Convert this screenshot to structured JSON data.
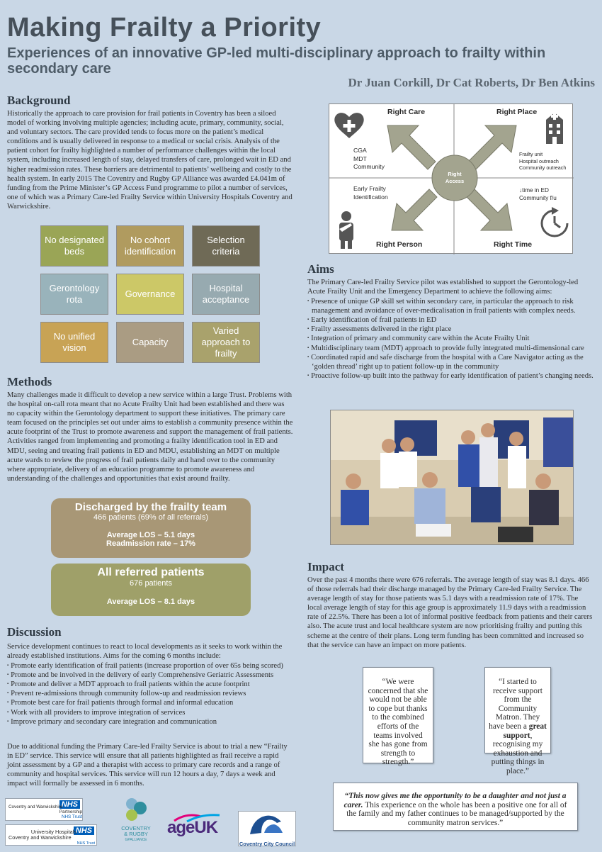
{
  "title": "Making Frailty a Priority",
  "subtitle": "Experiences of an innovative GP-led multi-disciplinary approach to frailty within secondary care",
  "authors": "Dr Juan Corkill, Dr Cat Roberts, Dr Ben Atkins",
  "background": {
    "heading": "Background",
    "text": "Historically the approach to care provision for frail patients in Coventry has been a siloed model of working involving multiple agencies; including acute, primary, community, social, and voluntary sectors. The care provided tends to focus more on the patient’s medical conditions and is usually delivered in response to a medical or social crisis.  Analysis of the patient cohort for frailty highlighted a number of performance challenges within the local system, including increased length of stay, delayed transfers of care, prolonged wait in ED and higher readmission rates. These barriers are detrimental to patients’ wellbeing and costly to the health system.  In early 2015 The Coventry and Rugby GP Alliance was awarded £4.041m of funding from the Prime Minister’s GP Access Fund programme to pilot a number of services, one of which was a Primary Care-led Frailty Service within University Hospitals Coventry and Warwickshire."
  },
  "challenges": [
    {
      "label": "No designated beds",
      "color": "#9aa556"
    },
    {
      "label": "No cohort identification",
      "color": "#b09b5f"
    },
    {
      "label": "Selection criteria",
      "color": "#6f6a56"
    },
    {
      "label": "Gerontology rota",
      "color": "#99b3bb"
    },
    {
      "label": "Governance",
      "color": "#ccc867"
    },
    {
      "label": "Hospital acceptance",
      "color": "#97aab0"
    },
    {
      "label": "No unified vision",
      "color": "#c8a355"
    },
    {
      "label": "Capacity",
      "color": "#aa9c83"
    },
    {
      "label": "Varied approach to frailty",
      "color": "#a9a26c"
    }
  ],
  "methods": {
    "heading": "Methods",
    "text": "Many challenges made it difficult to develop a new service within a large Trust.  Problems with the hospital on-call rota meant that no Acute Frailty Unit had been established and there was no capacity within the Gerontology department to support these initiatives. The primary care team focused on the principles set out under aims to establish a community presence within the acute footprint of the Trust to promote awareness and support the management of frail patients. Activities ranged from implementing and promoting a frailty identification tool in ED and MDU, seeing and treating frail patients in ED and MDU, establishing an MDT on multiple acute wards to review the progress of frail patients daily and hand over to the community where appropriate, delivery of an education programme to promote awareness and understanding of the challenges and opportunities that exist around frailty."
  },
  "stats": {
    "frailty_team": {
      "title": "Discharged by the frailty team",
      "sub": "466 patients (69% of all referrals)",
      "los": "Average LOS – 5.1 days",
      "readmission": "Readmission rate – 17%",
      "color": "#a89776"
    },
    "all_referred": {
      "title": "All referred patients",
      "sub": "676 patients",
      "los": "Average LOS – 8.1 days",
      "color": "#9fa069"
    }
  },
  "discussion": {
    "heading": "Discussion",
    "intro": "Service development continues to react to local developments as it seeks to work within the already established institutions.  Aims for the coming 6 months include:",
    "items": [
      "Promote early identification of frail patients (increase proportion of over 65s being scored)",
      "Promote and be involved in the delivery of early Comprehensive Geriatric Assessments",
      "Promote and deliver a MDT approach to frail patients within the acute footprint",
      "Prevent re-admissions through community follow-up and readmission reviews",
      "Promote best care for frail patients through formal and informal education",
      "Work with all providers to improve integration of services",
      "Improve primary and secondary care integration and communication"
    ],
    "closing": "Due to additional funding the Primary Care-led Frailty Service is about to trial a new “Frailty in ED” service.  This service will ensure that all patients highlighted as frail receive a rapid joint assessment by a GP and a therapist with access to primary care records and a range of community and hospital services.  This service will run 12 hours a day, 7 days a week and impact will formally be assessed in 6 months."
  },
  "diagram": {
    "right_care": "Right Care",
    "right_place": "Right Place",
    "right_person": "Right Person",
    "right_time": "Right Time",
    "center_1": "Right",
    "center_2": "Access",
    "care_1": "CGA",
    "care_2": "MDT",
    "care_3": "Community",
    "place_1": "Frailty unit",
    "place_2": "Hospital outreach",
    "place_3": "Community outreach",
    "person_1": "Early Frailty",
    "person_2": "Identification",
    "time_1": "↓time in ED",
    "time_2": "Community f/u",
    "arrow_color": "#a3a48f",
    "icon_color": "#555555"
  },
  "aims": {
    "heading": "Aims",
    "intro": "The Primary Care-led Frailty Service pilot was established to support the Gerontology-led Acute Frailty Unit and the Emergency Department to achieve the following aims:",
    "items": [
      "Presence of unique GP skill set within secondary care, in particular the approach to risk management and avoidance of over-medicalisation in frail patients with complex needs.",
      "Early identification of frail patients in ED",
      "Frailty assessments delivered in the right place",
      "Integration of primary and community care within the Acute Frailty Unit",
      "Multidisciplinary team (MDT) approach to provide fully integrated multi-dimensional care",
      "Coordinated rapid and safe discharge from the hospital with a Care Navigator acting as the ‘golden thread’ right up to patient follow-up in the community",
      "Proactive follow-up built into the pathway for early identification of patient’s changing needs."
    ]
  },
  "impact": {
    "heading": "Impact",
    "text": "Over the past 4 months there were 676 referrals.  The average length of stay was 8.1 days. 466 of those referrals had their discharge managed by the Primary Care-led Frailty Service.  The average length of stay for those patients was 5.1 days with a readmission rate of 17%.  The local average length of stay for this age group is approximately 11.9 days with a readmission rate of 22.5%. There has been a lot of informal positive feedback from patients and their carers also. The acute trust and local healthcare system are now prioritising frailty and putting this scheme at the centre of their plans.  Long term funding has been  committed and increased so that the service can have an impact on more patients."
  },
  "quotes": {
    "q1": "“We were concerned that she would not be able to cope but thanks to the combined efforts of the teams involved she has gone from strength to strength.”",
    "q2_a": "“I started to receive support from the Community Matron. They have been a ",
    "q2_b": "great support",
    "q2_c": ", recognising my exhaustion and putting things in place.”",
    "q3_a": "“This now gives me the opportunity to be a daughter and not just a carer.",
    "q3_b": "  This experience on the whole has been a positive one for all of the family and my father continues to be managed/supported by the community matron services.”"
  },
  "logos": {
    "nhs": "NHS",
    "cwp_1": "Coventry and Warwickshire",
    "cwp_2": "Partnership",
    "cwp_3": "NHS Trust",
    "uh_1": "University Hospitals",
    "uh_2": "Coventry and Warwickshire",
    "uh_3": "NHS Trust",
    "crgp_1": "COVENTRY",
    "crgp_2": "& RUGBY",
    "crgp_3": "GPALLIANCE",
    "ageuk_a": "age",
    "ageuk_b": "UK",
    "ccc": "Coventry City Council"
  }
}
